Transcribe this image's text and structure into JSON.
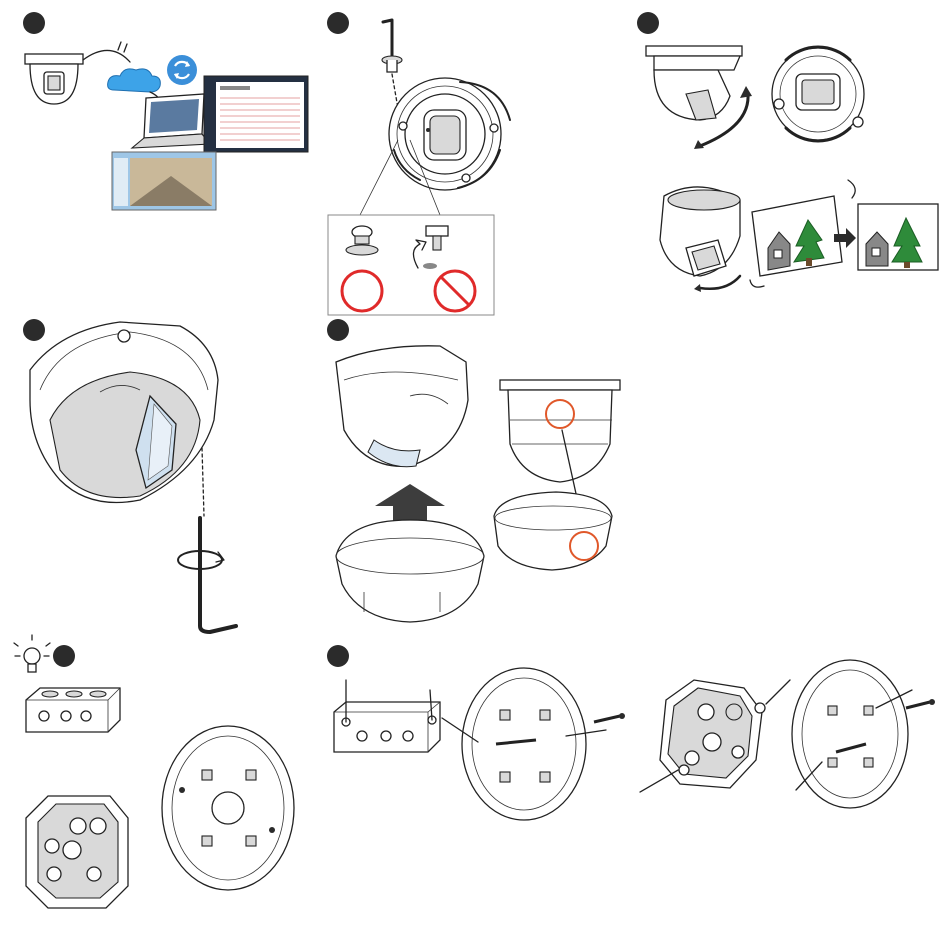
{
  "steps": [
    {
      "id": "step-1",
      "label": ""
    },
    {
      "id": "step-2",
      "label": ""
    },
    {
      "id": "step-3",
      "label": ""
    },
    {
      "id": "step-4",
      "label": ""
    },
    {
      "id": "step-5",
      "label": ""
    },
    {
      "id": "step-6",
      "label": ""
    },
    {
      "id": "step-7",
      "label": ""
    }
  ],
  "icons": [
    "dome-camera-icon",
    "cloud-icon",
    "sync-icon",
    "laptop-icon",
    "monitor-icon",
    "hex-key-icon",
    "check-circle-icon",
    "prohibited-icon",
    "rotate-arrow-icon",
    "house-icon",
    "tree-icon",
    "arrow-right-icon",
    "arrow-up-icon",
    "lightbulb-icon",
    "junction-box-icon",
    "screw-icon"
  ],
  "colors": {
    "stroke": "#222222",
    "highlight": "#e0582a",
    "prohibited": "#e02a2a",
    "sync": "#3b8fd9",
    "cloud": "#3da3e8",
    "tree": "#2e8b3a",
    "arrow": "#3d3d3d"
  }
}
